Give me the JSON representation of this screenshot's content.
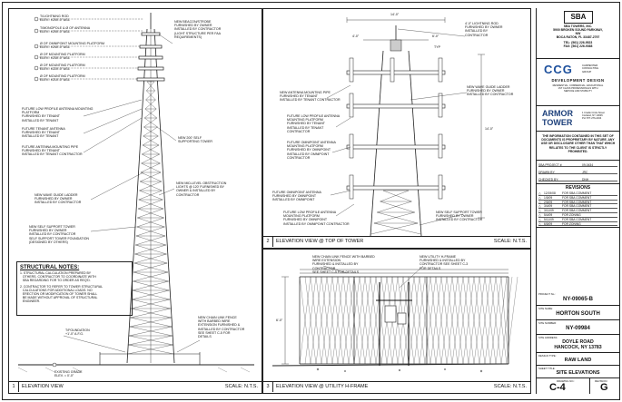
{
  "views": {
    "elevation": {
      "number": "1",
      "title": "ELEVATION VIEW",
      "scale": "SCALE: N.T.S.",
      "elevations": [
        "T/LIGHTNING ROD\nELEV.: ±200'-0\" AGL",
        "T/MONOPOLE & Ø OF ANTENNA\nELEV.: ±200'-0\" AGL",
        "Ø OF OMNIPOINT MOUNTING PLATFORM\nELEV.: ±240'-0\" AGL",
        "Ø OF MOUNTING PLATFORM\nELEV.: ±230'-0\" AGL",
        "Ø OF MOUNTING PLATFORM\nELEV.: ±220'-0\" AGL",
        "Ø OF MOUNTING PLATFORM\nELEV.: ±210'-0\" AGL"
      ],
      "left_notes": [
        "FUTURE LOW PROFILE ANTENNA MOUNTING\nPLATFORM\nFURNISHED BY TENANT\nINSTALLED BY TENANT",
        "FUTURE TENANT ANTENNA\nFURNISHED BY TENANT\nINSTALLED BY TENANT",
        "FUTURE ANTENNA MOUNTING PIPE\nFURNISHED BY TENANT\nINSTALLED BY TENANT CONTRACTOR",
        "NEW WAVE GUIDE LADDER\nFURNISHED BY OWNER\nINSTALLED BY CONTRACTOR",
        "NEW SELF SUPPORT TOWER\nFURNISHED BY OWNER\nINSTALLED BY CONTRACTOR\nSELF SUPPORT TOWER FOUNDATION\n(DESIGNED BY OTHERS)"
      ],
      "right_notes": [
        "NEW BEACON/STROBE\nFURNISHED BY OWNER\nINSTALLED BY CONTRACTOR\n(LIGHT STRUCTURE PER FAA\nREQUIREMENTS)",
        "NEW 200' SELF\nSUPPORTING TOWER",
        "NEW MID-LEVEL OBSTRUCTION\nLIGHTS @ 120' FURNISHED BY\nOWNER & INSTALLED BY\nCONTRACTOR",
        "NEW CHAIN LINK FENCE\nWITH BARBED WIRE\nEXTENSION FURNISHED &\nINSTALLED BY CONTRACTOR\nSEE SHEET C-5 FOR\nDETAILS"
      ],
      "foundation": "T/FOUNDATION\n+1'-0\" A.F.G.",
      "grade": "EXISTING GRADE\nELEV. = 0'-0\"",
      "structural_notes_title": "STRUCTURAL NOTES:",
      "structural_notes": [
        "1. STRUCTURAL CALCULATION PREPARED BY\n   OTHERS. CONTRACTOR TO COORDINATE WITH\n   SBA REGARDING FOR TO ORDER AS REQ'D.",
        "2. CONTRACTOR TO REFER TO TOWER STRUCTURAL\n   CALCULATIONS FOR ADDITIONAL LOADS. NO\n   ERECTION OR MODIFICATION OF TOWER SHALL\n   BE MADE WITHOUT APPROVAL OF STRUCTURAL\n   ENGINEER."
      ]
    },
    "top": {
      "number": "2",
      "title": "ELEVATION VIEW @ TOP OF TOWER",
      "scale": "SCALE: N.T.S.",
      "dim_top": "14'-0\"",
      "dim_small": "4'-0\"",
      "dim_mid": "6'-0\"",
      "typ": "TYP",
      "dim_side": "14'-0\"",
      "left_notes": [
        "NEW ANTENNA MOUNTING PIPE\nFURNISHED BY TENANT\nINSTALLED BY TENANT CONTRACTOR",
        "FUTURE LOW PROFILE ANTENNA\nMOUNTING PLATFORM\nFURNISHED BY TENANT\nINSTALLED BY TENANT\nCONTRACTOR",
        "FUTURE OMNIPOINT ANTENNA\nMOUNTING PLATFORM\nFURNISHED BY OMNIPOINT\nINSTALLED BY OMNIPOINT\nCONTRACTOR",
        "FUTURE OMNIPOINT ANTENNA\nFURNISHED BY OMNIPOINT\nINSTALLED BY OMNIPOINT",
        "FUTURE LOW PROFILE ANTENNA\nMOUNTING PLATFORM\nFURNISHED BY OMNIPOINT\nINSTALLED BY OMNIPOINT CONTRACTOR"
      ],
      "right_notes": [
        "4'-0\" LIGHTNING ROD\nFURNISHED BY OWNER\nINSTALLED BY\nCONTRACTOR",
        "NEW WAVE GUIDE LADDER\nFURNISHED BY OWNER\nINSTALLED BY CONTRACTOR",
        "NEW SELF SUPPORT TOWER\nFURNISHED BY OWNER\nINSTALLED BY CONTRACTOR"
      ]
    },
    "utility": {
      "number": "3",
      "title": "ELEVATION VIEW @ UTILITY H-FRAME",
      "scale": "SCALE: N.T.S.",
      "note_fence": "NEW CHAIN LINK FENCE WITH BARBED\nWIRE EXTENSION\nFURNISHED & INSTALLED BY\nCONTRACTOR\nSEE SHEET C-5 FOR DETAILS",
      "note_hframe": "NEW UTILITY H-FRAME\nFURNISHED & INSTALLED BY\nCONTRACTOR SEE SHEET C-3\nFOR DETAILS",
      "dim": "6'-0\""
    }
  },
  "title_block": {
    "company": "SBA",
    "company_name": "SBA TOWERS, INC.",
    "address": "5900 BROKEN SOUND PARKWAY,\nNW\nBOCA RATON, FL 33487-2797",
    "phone": "TEL: (561) 226-9523\nFAX: (561) 226-9368",
    "dev_logo": "CCG",
    "dev_logo_side": "CARPENTER\nCONSULTING\nGROUP",
    "dev_name": "DEVELOPMENT DESIGN",
    "dev_lines": "RESIDENTIAL, COMMERCIAL, EDUCATIONAL\n1ST CLASS PROFESSIONALS WITH\nSERVICE AND STABILITY",
    "armor_top": "ARMOR",
    "armor_bottom": "TOWER",
    "armor_address": "1 Cradle Circle Street\nCortland, NY 13045\nPH: 877-276-2234",
    "disclaimer": "THE INFORMATION CONTAINED IN THIS SET OF DOCUMENTS IS PROPRIETARY BY NATURE. ANY USE OR DISCLOSURE OTHER THAN THAT WHICH RELATES TO THE CLIENT IS STRICTLY PROHIBITED.",
    "info_rows": [
      {
        "label": "SBA PROJECT #:",
        "value": "09-0434"
      },
      {
        "label": "DRAWN BY:",
        "value": "JRC"
      },
      {
        "label": "CHECKED BY:",
        "value": "DNH"
      }
    ],
    "revisions_title": "REVISIONS",
    "revisions": [
      {
        "no": "△",
        "date": "12/19/08",
        "desc": "FOR SBA COMMENT"
      },
      {
        "no": "△",
        "date": "1/5/09",
        "desc": "FOR SBA COMMENT"
      },
      {
        "no": "△",
        "date": "2/5/09",
        "desc": "FOR SBA COMMENT"
      },
      {
        "no": "△",
        "date": "3/4/09",
        "desc": "FOR SBA COMMENT"
      },
      {
        "no": "△",
        "date": "3/11/09",
        "desc": "FOR SBA COMMENT"
      },
      {
        "no": "△",
        "date": "5/4/09",
        "desc": "FOR ZONING"
      },
      {
        "no": "△",
        "date": "5/11/09",
        "desc": "FOR SBA COMMENT"
      },
      {
        "no": "△",
        "date": "6/5/09",
        "desc": "FOR ZONING"
      }
    ],
    "project_label": "PROJECT No.:",
    "project_no": "NY-09065-B",
    "site_name_label": "SITE NAME:",
    "site_name": "HORTON SOUTH",
    "site_number_label": "SITE NUMBER:",
    "site_number": "NY-09984",
    "site_address_label": "SITE ADDRESS:",
    "site_address": "DOYLE ROAD\nHANCOCK, NY 13783",
    "design_type_label": "DESIGN TYPE:",
    "design_type": "RAW LAND",
    "sheet_title_label": "SHEET TITLE:",
    "sheet_title": "SITE ELEVATIONS",
    "drawing_no_label": "DRAWING NO.:",
    "drawing_no": "C-4",
    "revision_label": "REVISION:",
    "revision": "G"
  }
}
